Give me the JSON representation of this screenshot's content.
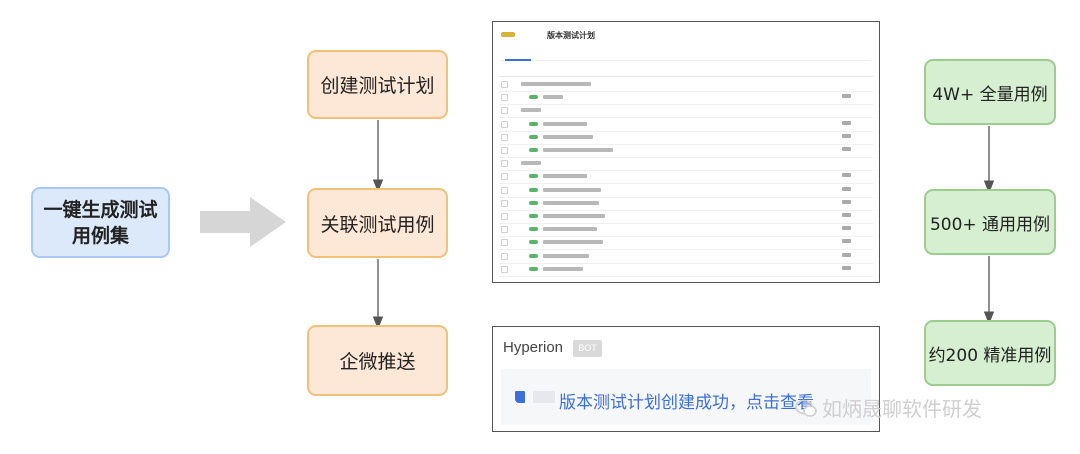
{
  "nodes": {
    "start": "一键生成测试用例集",
    "step1": "创建测试计划",
    "step2": "关联测试用例",
    "step3": "企微推送",
    "tier1": "4W+ 全量用例",
    "tier2": "500+ 通用用例",
    "tier3": "约200 精准用例"
  },
  "screenshot": {
    "app_label": "版本测试计划"
  },
  "notification": {
    "title": "Hyperion",
    "badge": "BOT",
    "message": "版本测试计划创建成功，点击查看"
  },
  "watermark": "如炳晟聊软件研发",
  "colors": {
    "blue": "#dce9fb",
    "orange": "#fde7d7",
    "green": "#d6efd0",
    "link": "#3d6fd8"
  },
  "icons": {
    "wechat": "wechat-icon"
  }
}
